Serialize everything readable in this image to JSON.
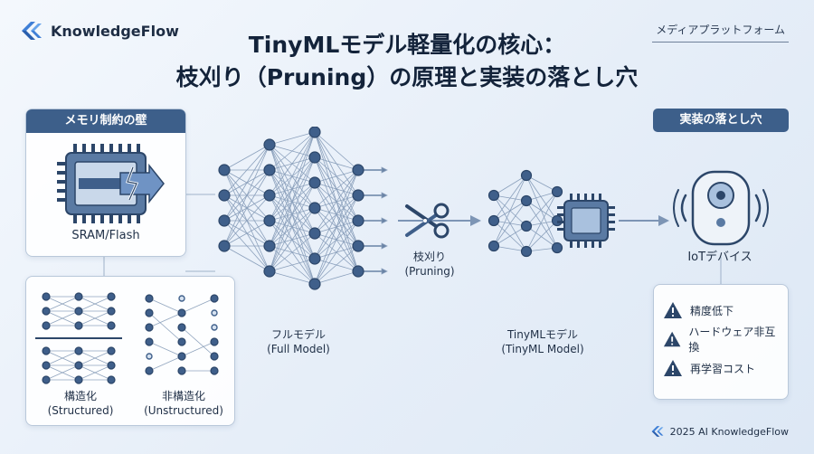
{
  "brand": {
    "name": "KnowledgeFlow"
  },
  "media_label": "メディアプラットフォーム",
  "title": {
    "line1": "TinyMLモデル軽量化の核心：",
    "line2": "枝刈り（Pruning）の原理と実装の落とし穴"
  },
  "memory": {
    "header": "メモリ制約の壁",
    "chip_label": "SRAM/Flash"
  },
  "pruning_types": [
    {
      "label_jp": "構造化",
      "label_en": "(Structured)"
    },
    {
      "label_jp": "非構造化",
      "label_en": "(Unstructured)"
    }
  ],
  "full_model": {
    "label_jp": "フルモデル",
    "label_en": "(Full Model)"
  },
  "pruning_step": {
    "label_jp": "枝刈り",
    "label_en": "(Pruning)"
  },
  "tiny_model": {
    "label_jp": "TinyMLモデル",
    "label_en": "(TinyML Model)"
  },
  "iot": {
    "label": "IoTデバイス"
  },
  "pitfalls": {
    "header": "実装の落とし穴",
    "items": [
      "精度低下",
      "ハードウェア非互換",
      "再学習コスト"
    ]
  },
  "footer": {
    "text": "2025 AI KnowledgeFlow"
  },
  "colors": {
    "accent": "#3d5f8a",
    "node": "#3f5f8a",
    "line": "#6c86a8"
  }
}
